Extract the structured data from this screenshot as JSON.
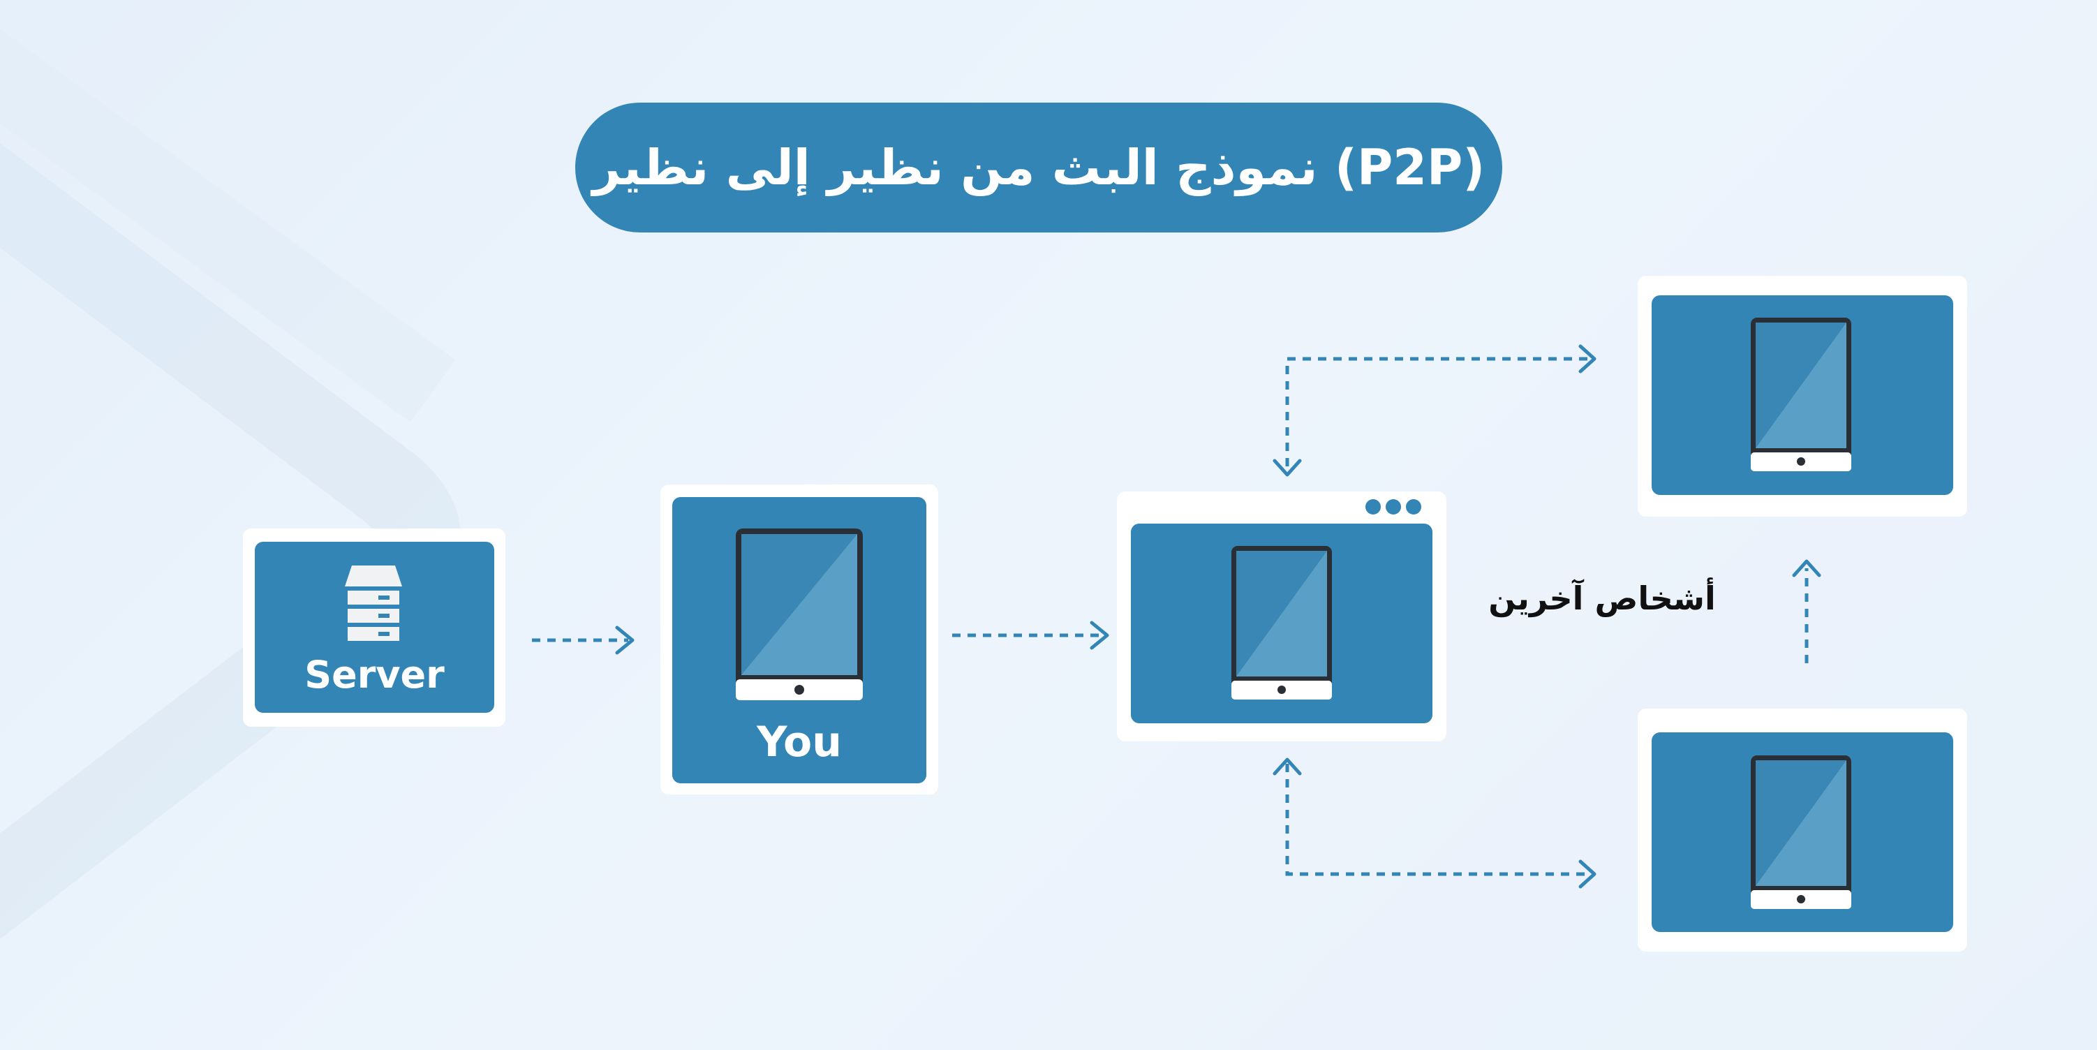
{
  "title": "(P2P) نموذج البث من نظير إلى نظير",
  "nodes": {
    "server": {
      "label": "Server",
      "icon": "server-rack-icon"
    },
    "you": {
      "label": "You",
      "icon": "tablet-icon"
    },
    "hub": {
      "label": "",
      "icon": "tablet-icon",
      "window_controls": "three-dots-icon"
    },
    "peer_top": {
      "label": "",
      "icon": "tablet-icon"
    },
    "peer_bottom": {
      "label": "",
      "icon": "tablet-icon"
    }
  },
  "others_label": "أشخاص آخرين",
  "colors": {
    "accent": "#3385b5",
    "card": "#ffffff",
    "screen": "#3a86b4",
    "screen_highlight": "#5aa0c6",
    "device_frame": "#2a2f36",
    "text_dark": "#111111"
  }
}
